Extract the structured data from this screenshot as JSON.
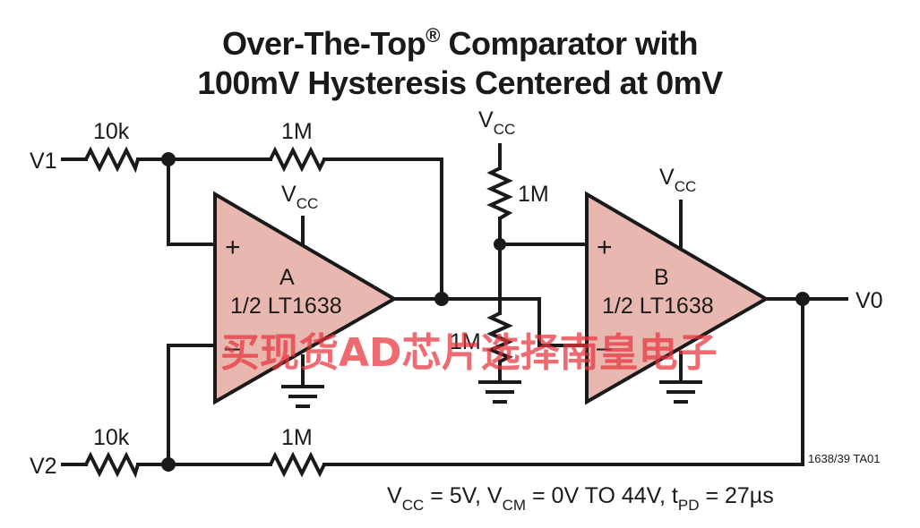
{
  "title": {
    "line1": "Over-The-Top",
    "reg": "®",
    "line1_rest": " Comparator with",
    "line2": "100mV Hysteresis Centered at 0mV"
  },
  "inputs": {
    "v1": "V1",
    "v2": "V2"
  },
  "output": "V0",
  "resistors": {
    "r_in_top": "10k",
    "r_fb_top": "1M",
    "r_in_bot": "10k",
    "r_fb_bot": "1M",
    "r_div_top": "1M",
    "r_div_bot": "1M"
  },
  "supply": {
    "v": "V",
    "sub": "CC"
  },
  "amp_a": {
    "letter": "A",
    "part": "1/2 LT1638",
    "plus": "+",
    "minus": "–"
  },
  "amp_b": {
    "letter": "B",
    "part": "1/2 LT1638",
    "plus": "+",
    "minus": "–"
  },
  "figure_id": "1638/39 TA01",
  "spec": {
    "vcc_v": "V",
    "vcc_sub": "CC",
    "vcc_val": " = 5V, ",
    "vcm_v": "V",
    "vcm_sub": "CM",
    "vcm_val": " = 0V TO 44V, ",
    "tpd_t": "t",
    "tpd_sub": "PD",
    "tpd_val": " = 27µs"
  },
  "watermark": "买现货AD芯片选择南皇电子",
  "colors": {
    "amp_fill": "#e8b8b0",
    "ink": "#1a1a1a",
    "watermark": "#e8323c"
  }
}
